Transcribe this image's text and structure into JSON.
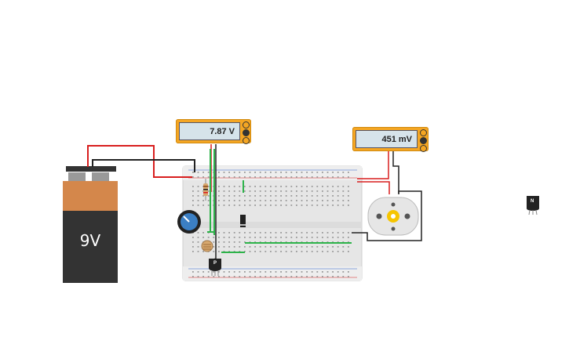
{
  "battery": {
    "label": "9V"
  },
  "voltmeter_left": {
    "reading": "7.87 V"
  },
  "voltmeter_right": {
    "reading": "451 mV"
  },
  "transistor_on_board": {
    "label": "P"
  },
  "transistor_loose": {
    "label": "N"
  },
  "colors": {
    "wire_red": "#d81e1e",
    "wire_black": "#222222",
    "wire_green": "#2db34a",
    "meter_body": "#f5a623",
    "meter_screen": "#d6e3ea",
    "breadboard": "#e9e9e9",
    "battery_top": "#d4874b",
    "battery_body": "#333333",
    "potentiometer": "#3b7fc4",
    "motor_body": "#e6e6e6",
    "motor_shaft": "#f6c500"
  }
}
